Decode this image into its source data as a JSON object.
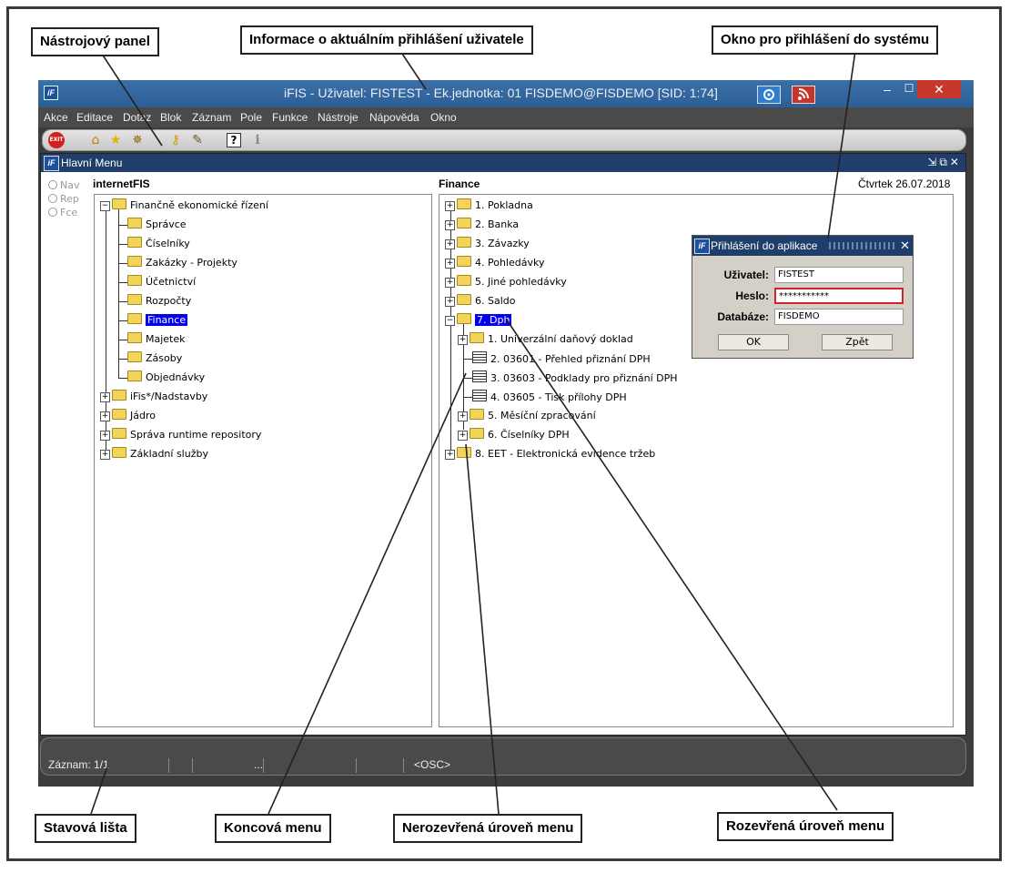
{
  "callouts": {
    "toolbar": "Nástrojový panel",
    "login_info": "Informace o aktuálním přihlášení uživatele",
    "login_window": "Okno pro přihlášení do systému",
    "status_bar": "Stavová lišta",
    "end_menu": "Koncová menu",
    "closed_level": "Nerozevřená úroveň menu",
    "open_level": "Rozevřená úroveň menu"
  },
  "window": {
    "title": "iFIS - Uživatel: FISTEST - Ek.jednotka: 01 FISDEMO@FISDEMO   [SID: 1:74]"
  },
  "menubar": [
    "Akce",
    "Editace",
    "Dotaz",
    "Blok",
    "Záznam",
    "Pole",
    "Funkce",
    "Nástroje",
    "Nápověda",
    "Okno"
  ],
  "toolbar": {
    "exit_label": "EXIT"
  },
  "main_window": {
    "title": "Hlavní Menu",
    "radios": [
      "Nav",
      "Rep",
      "Fce"
    ],
    "left_header": "internetFIS",
    "right_header": "Finance",
    "date": "Čtvrtek 26.07.2018"
  },
  "left_tree": {
    "root": "Finančně ekonomické řízení",
    "children": [
      "Správce",
      "Číselníky",
      "Zakázky - Projekty",
      "Účetnictví",
      "Rozpočty",
      "Finance",
      "Majetek",
      "Zásoby",
      "Objednávky"
    ],
    "others": [
      "iFis*/Nadstavby",
      "Jádro",
      "Správa runtime repository",
      "Základní služby"
    ]
  },
  "right_tree": {
    "items": [
      "1.  Pokladna",
      "2.  Banka",
      "3.  Závazky",
      "4.  Pohledávky",
      "5.  Jiné pohledávky",
      "6.  Saldo",
      "7.  Dph"
    ],
    "dph_children": [
      "1.  Univerzální daňový doklad",
      "2.  03601 - Přehled přiznání DPH",
      "3.  03603 - Podklady pro přiznání DPH",
      "4.  03605 - Tisk přílohy DPH",
      "5.  Měsíční zpracování",
      "6.  Číselníky DPH"
    ],
    "last": "8.  EET - Elektronická evidence tržeb"
  },
  "login_dialog": {
    "title": "Přihlášení do aplikace",
    "user_label": "Uživatel:",
    "user_value": "FISTEST",
    "pass_label": "Heslo:",
    "pass_value": "***********",
    "db_label": "Databáze:",
    "db_value": "FISDEMO",
    "ok": "OK",
    "back": "Zpět"
  },
  "status": {
    "record": "Záznam: 1/1",
    "dots": "...",
    "osc": "<OSC>"
  }
}
